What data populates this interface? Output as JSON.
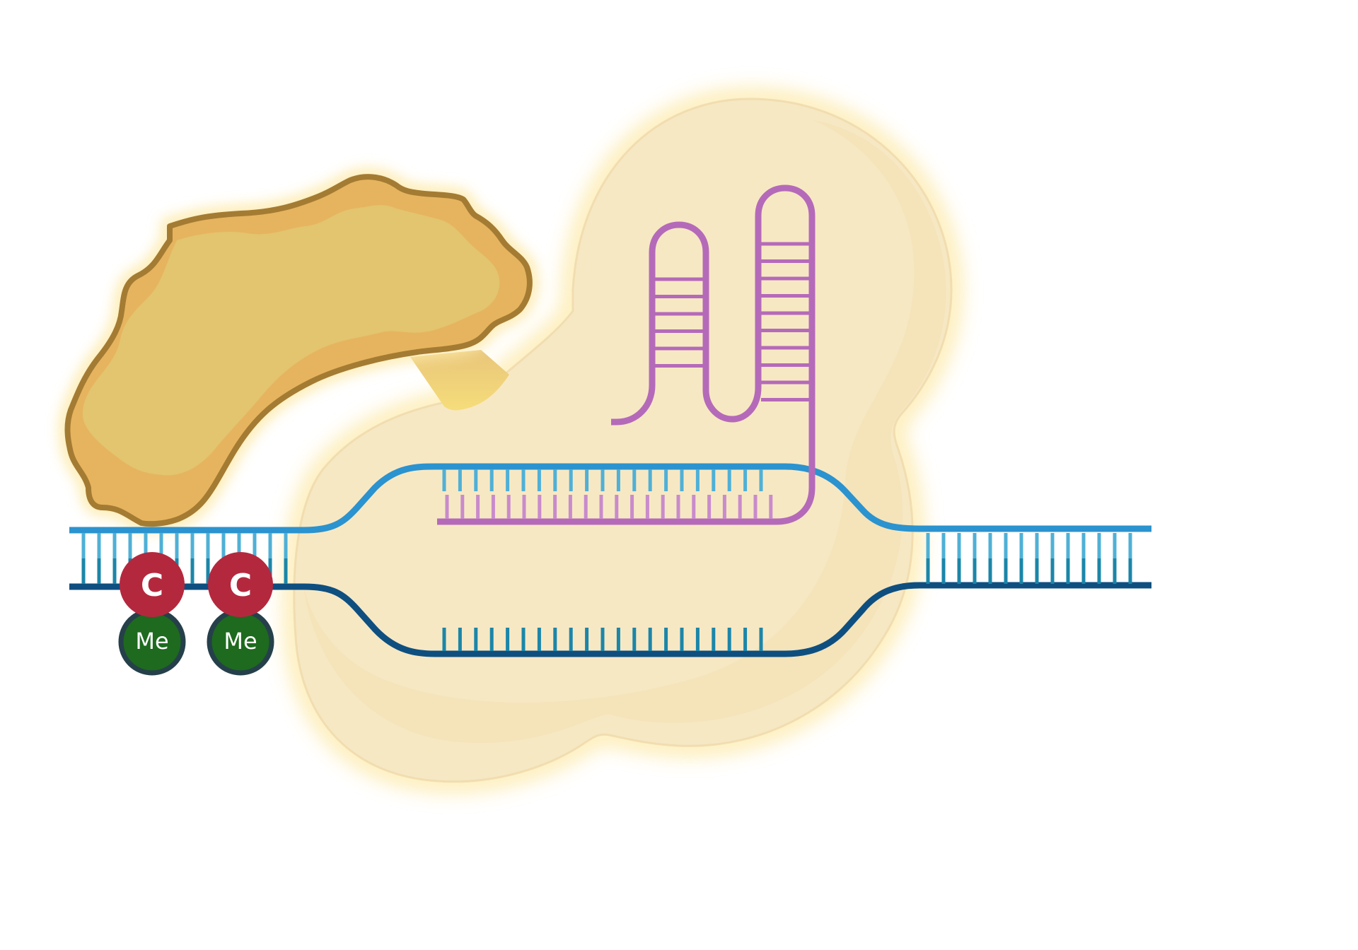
{
  "colors": {
    "background": "#ffffff",
    "cas_body": "#f7e8c4",
    "cas_body_edge": "#f1ddb0",
    "cas_glow": "#fde9a6",
    "effector_fill": "#e3c46f",
    "effector_shade": "#e6b45f",
    "effector_outline": "#a47b32",
    "dna_top_strand": "#2b93cf",
    "dna_top_bases": "#4fb0d6",
    "dna_bottom_strand": "#0e4f80",
    "dna_bottom_bases": "#1b86a8",
    "guide_rna": "#b56ab9",
    "guide_rna_bases": "#c98bcc",
    "cytosine": "#b4283e",
    "methyl": "#1e6a1e",
    "methyl_outline": "#25404a"
  },
  "marks": {
    "cytosine_label": "C",
    "methyl_label": "Me"
  },
  "methylated_sites": [
    {
      "base": "C",
      "mark": "Me"
    },
    {
      "base": "C",
      "mark": "Me"
    }
  ]
}
